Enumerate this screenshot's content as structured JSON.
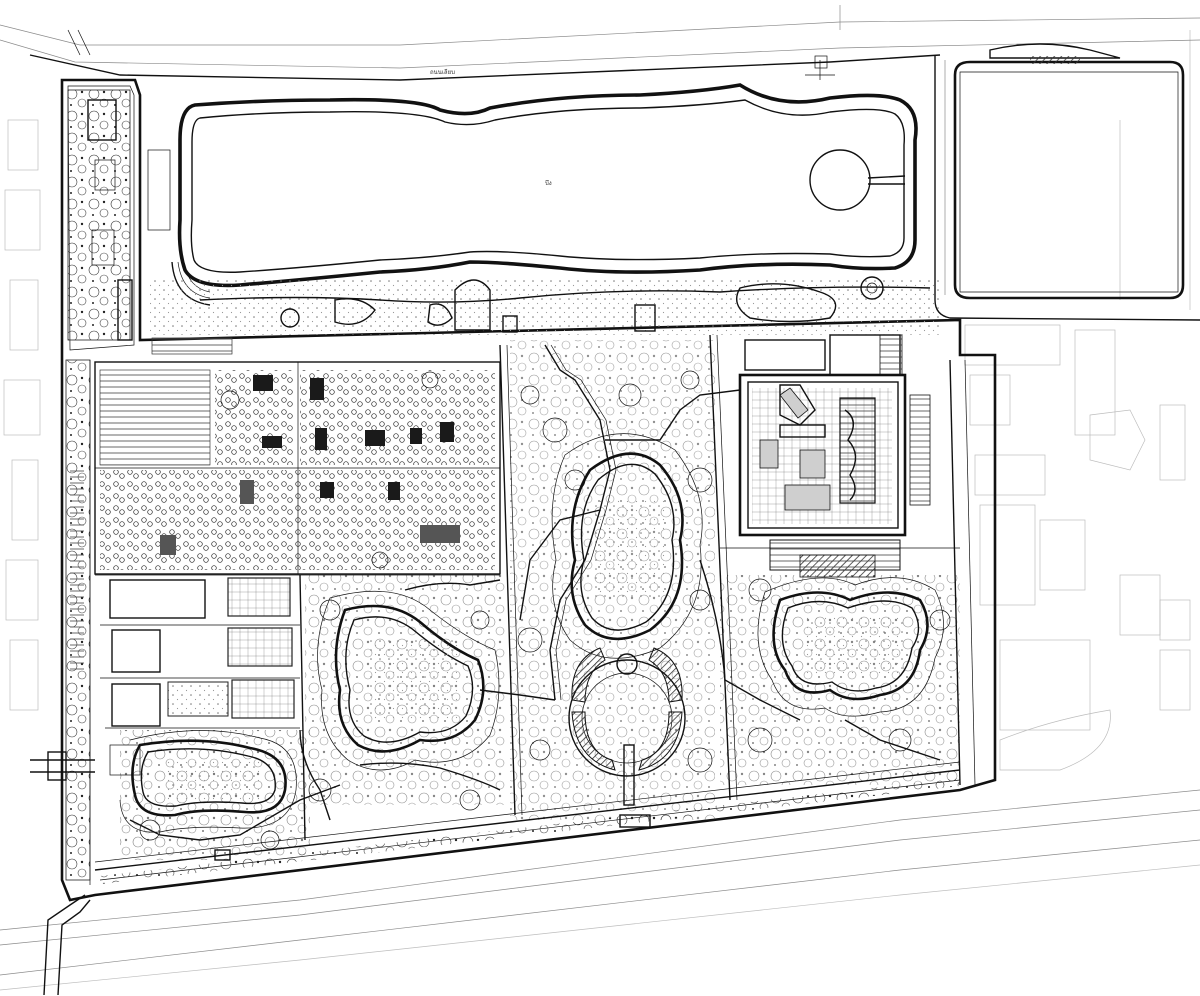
{
  "labels": {
    "lake_north": "บึง",
    "road_north": "ถนนเลียบ"
  },
  "icons": [
    "tree-symbol",
    "fountain-circle",
    "planting-cell"
  ]
}
